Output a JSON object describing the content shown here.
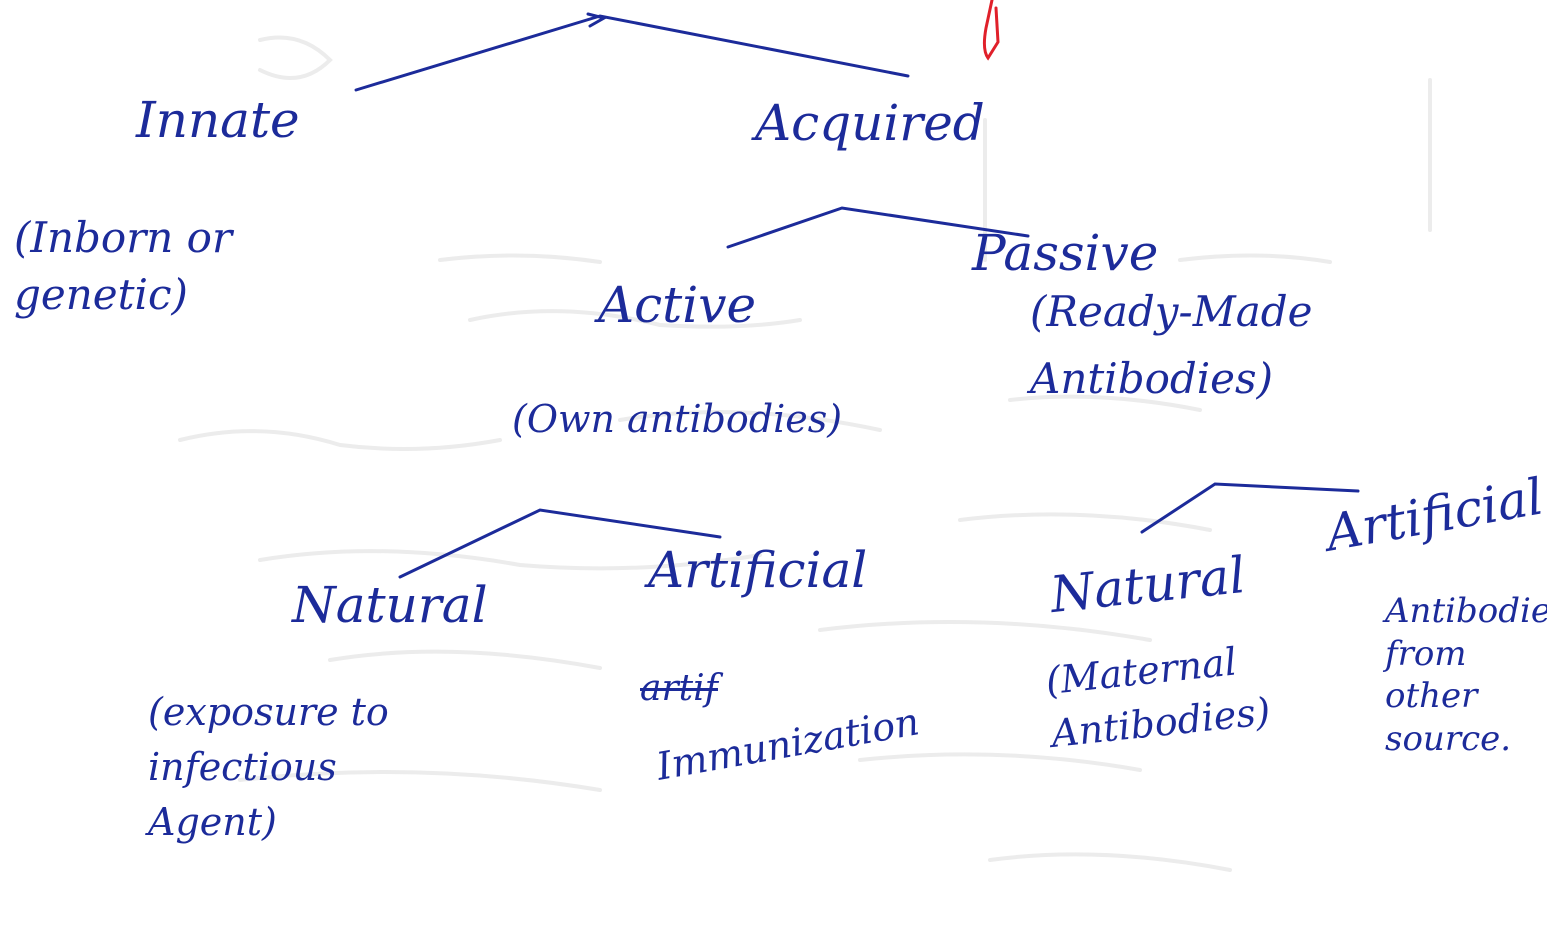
{
  "colors": {
    "ink": "#1c2b9a",
    "red_mark": "#e0202a",
    "ghost_text": "#e4e4e4"
  },
  "tree": {
    "innate": {
      "label": "Innate",
      "note": "(Inborn or genetic)"
    },
    "acquired": {
      "label": "Acquired",
      "active": {
        "label": "Active",
        "note": "(Own antibodies)",
        "natural": {
          "label": "Natural",
          "note": "(exposure to infectious Agent)"
        },
        "artificial": {
          "label": "Artificial",
          "struck": "artif",
          "note": "Immunization"
        }
      },
      "passive": {
        "label": "Passive",
        "note": "(Ready-Made Antibodies)",
        "natural": {
          "label": "Natural",
          "note": "(Maternal Antibodies)"
        },
        "artificial": {
          "label": "Artificial",
          "note": "Antibodies from other source."
        }
      }
    }
  }
}
